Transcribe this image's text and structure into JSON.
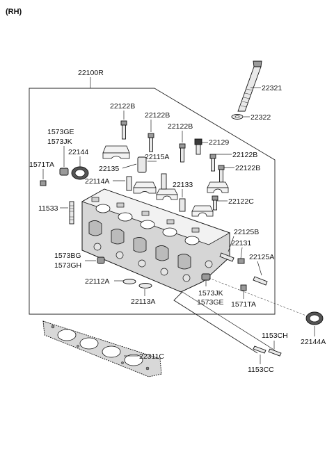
{
  "header": {
    "side": "(RH)"
  },
  "labels": {
    "l22100R": "22100R",
    "l22321": "22321",
    "l22322": "22322",
    "l22122B_1": "22122B",
    "l22122B_2": "22122B",
    "l22122B_3": "22122B",
    "l22122B_4": "22122B",
    "l22122B_5": "22122B",
    "l22129": "22129",
    "l1573GE_top": "1573GE",
    "l1573JK_top": "1573JK",
    "l22144": "22144",
    "l1571TA_top": "1571TA",
    "l22135": "22135",
    "l22115A": "22115A",
    "l22114A": "22114A",
    "l22133": "22133",
    "l22122C": "22122C",
    "l11533": "11533",
    "l22125B": "22125B",
    "l22131": "22131",
    "l22125A": "22125A",
    "l1573BG": "1573BG",
    "l1573GH": "1573GH",
    "l22112A": "22112A",
    "l22113A": "22113A",
    "l1573JK_bot": "1573JK",
    "l1573GE_bot": "1573GE",
    "l1571TA_bot": "1571TA",
    "l22144A": "22144A",
    "l1153CH": "1153CH",
    "l22311C": "22311C",
    "l1153CC": "1153CC"
  }
}
